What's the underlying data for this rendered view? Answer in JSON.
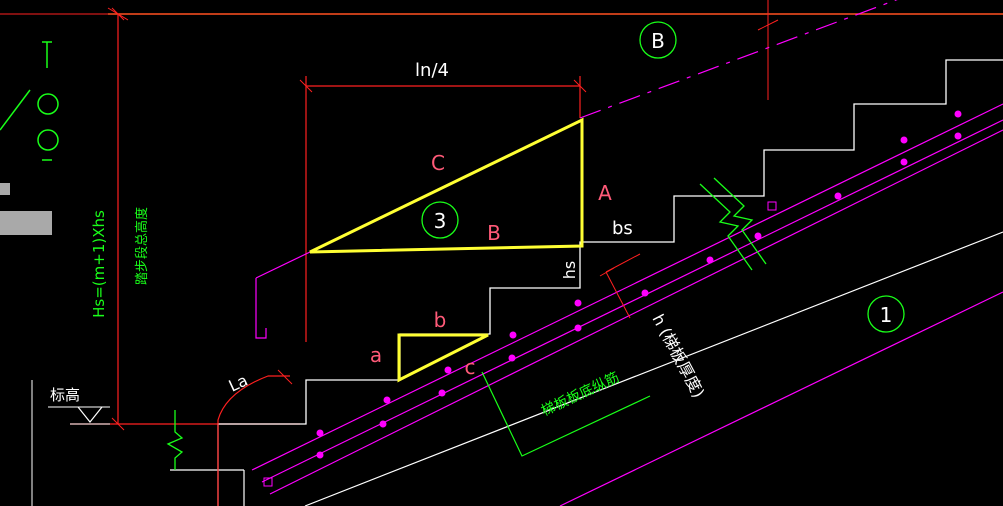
{
  "colors": {
    "background": "#000000",
    "red": "#ff2020",
    "orange": "#ff6a1a",
    "white": "#ffffff",
    "green": "#19ff19",
    "magenta": "#ff00ff",
    "yellow": "#ffff33",
    "pink_label": "#ff5a78",
    "cyan": "#00ffff"
  },
  "labels": {
    "ln4": "ln/4",
    "bs": "bs",
    "hs": "hs",
    "big_c": "C",
    "big_a": "A",
    "big_b": "B",
    "small_a": "a",
    "small_b": "b",
    "small_c": "c",
    "circle_b": "B",
    "circle_3": "3",
    "circle_1": "1",
    "la": "La",
    "h_thickness": "h (梯板厚度)",
    "hs_formula": "Hs=(m+1)Xhs",
    "step_height": "踏步段总高度",
    "elevation": "标高",
    "bottom_rebar": "梯板板底纵筋"
  }
}
